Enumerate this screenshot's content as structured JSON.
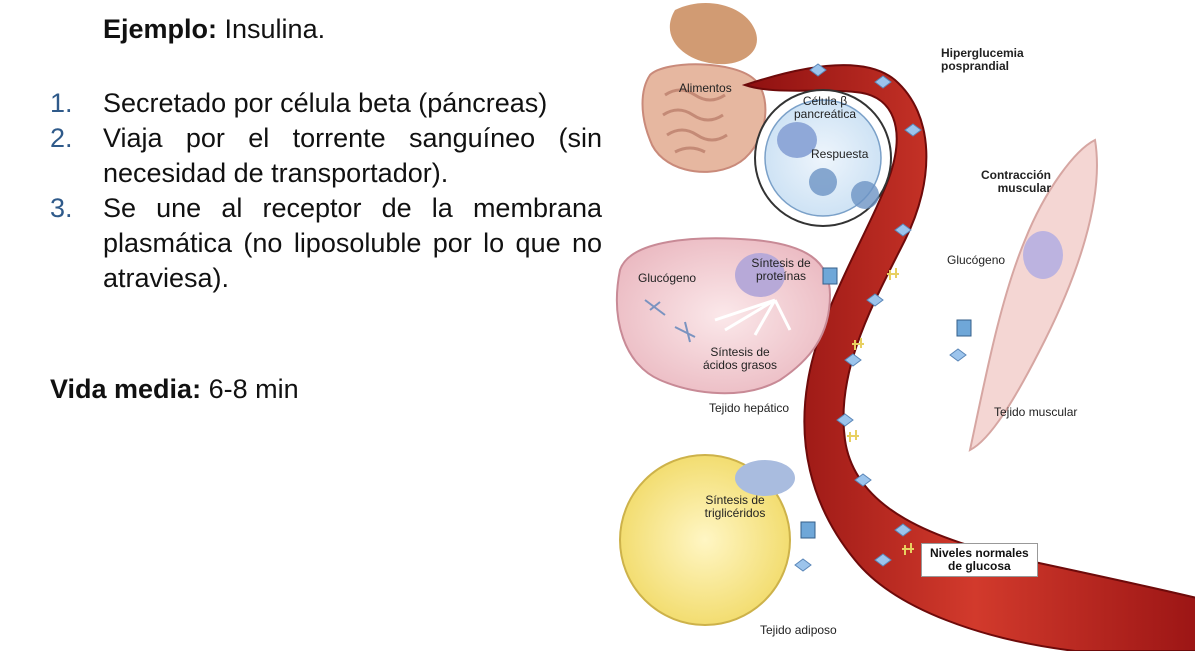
{
  "left": {
    "example_label": "Ejemplo:",
    "example_value": " Insulina.",
    "items": [
      {
        "num": "1.",
        "text": "Secretado por célula beta (páncreas)"
      },
      {
        "num": "2.",
        "text": "Viaja por el torrente sanguíneo (sin necesidad de transportador)."
      },
      {
        "num": "3.",
        "text": "Se une al receptor de la membrana plasmática (no liposoluble por lo que no atraviesa)."
      }
    ],
    "halflife_label": "Vida media:",
    "halflife_value": " 6-8 min"
  },
  "diagram": {
    "alimentos": "Alimentos",
    "celula_line1": "Célula β",
    "celula_line2": "pancreática",
    "respuesta": "Respuesta",
    "hiper_line1": "Hiperglucemia",
    "hiper_line2": "posprandial",
    "contraccion_line1": "Contracción",
    "contraccion_line2": "muscular",
    "glucogeno_liver": "Glucógeno",
    "sintesis_prot_line1": "Síntesis de",
    "sintesis_prot_line2": "proteínas",
    "sintesis_ac_line1": "Síntesis de",
    "sintesis_ac_line2": "ácidos grasos",
    "tejido_hepatico": "Tejido hepático",
    "glucogeno_muscle": "Glucógeno",
    "tejido_muscular": "Tejido muscular",
    "sintesis_tri_line1": "Síntesis de",
    "sintesis_tri_line2": "triglicéridos",
    "niveles_line1": "Niveles normales",
    "niveles_line2": "de glucosa",
    "tejido_adiposo": "Tejido adiposo"
  },
  "colors": {
    "list_number": "#2f5a8a",
    "vessel": "#c62828",
    "liver": "#f3d2d6",
    "muscle": "#f4d6d3",
    "adipose": "#f6e88a",
    "glucose": "#8fb8e6"
  }
}
